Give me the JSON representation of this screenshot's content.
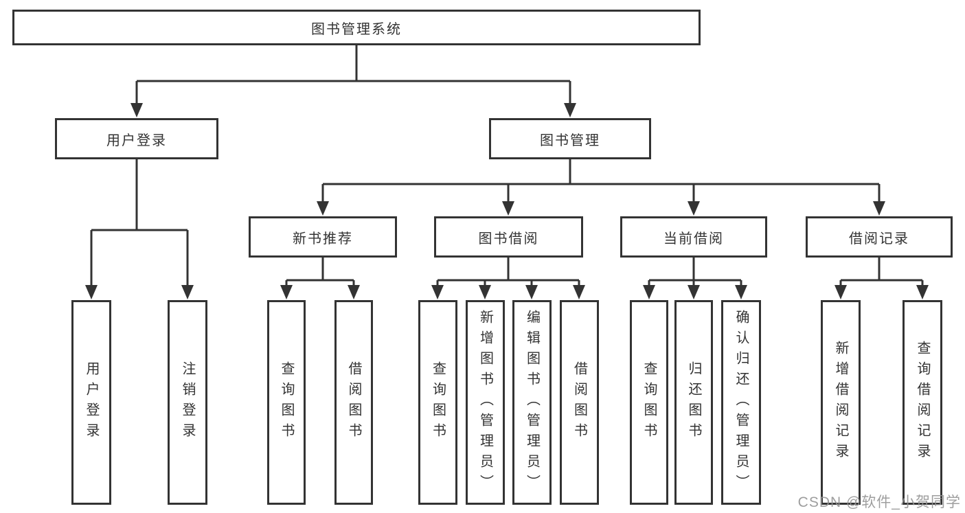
{
  "diagram": {
    "root": {
      "label": "图书管理系统"
    },
    "level2": [
      {
        "label": "用户登录"
      },
      {
        "label": "图书管理"
      }
    ],
    "level3": [
      {
        "label": "新书推荐"
      },
      {
        "label": "图书借阅"
      },
      {
        "label": "当前借阅"
      },
      {
        "label": "借阅记录"
      }
    ],
    "leaves": {
      "user_login": [
        {
          "label": "用户登录"
        },
        {
          "label": "注销登录"
        }
      ],
      "new_book_recommend": [
        {
          "label": "查询图书"
        },
        {
          "label": "借阅图书"
        }
      ],
      "book_borrow": [
        {
          "label": "查询图书"
        },
        {
          "label": "新增图书（管理员）"
        },
        {
          "label": "编辑图书（管理员）"
        },
        {
          "label": "借阅图书"
        }
      ],
      "current_borrow": [
        {
          "label": "查询图书"
        },
        {
          "label": "归还图书"
        },
        {
          "label": "确认归还（管理员）"
        }
      ],
      "borrow_records": [
        {
          "label": "新增借阅记录"
        },
        {
          "label": "查询借阅记录"
        }
      ]
    }
  },
  "watermark": {
    "text": "CSDN @软件_小贺同学"
  },
  "colors": {
    "line": "#333333",
    "box_fill": "#ffffff",
    "text": "#333333",
    "watermark": "#949494"
  }
}
